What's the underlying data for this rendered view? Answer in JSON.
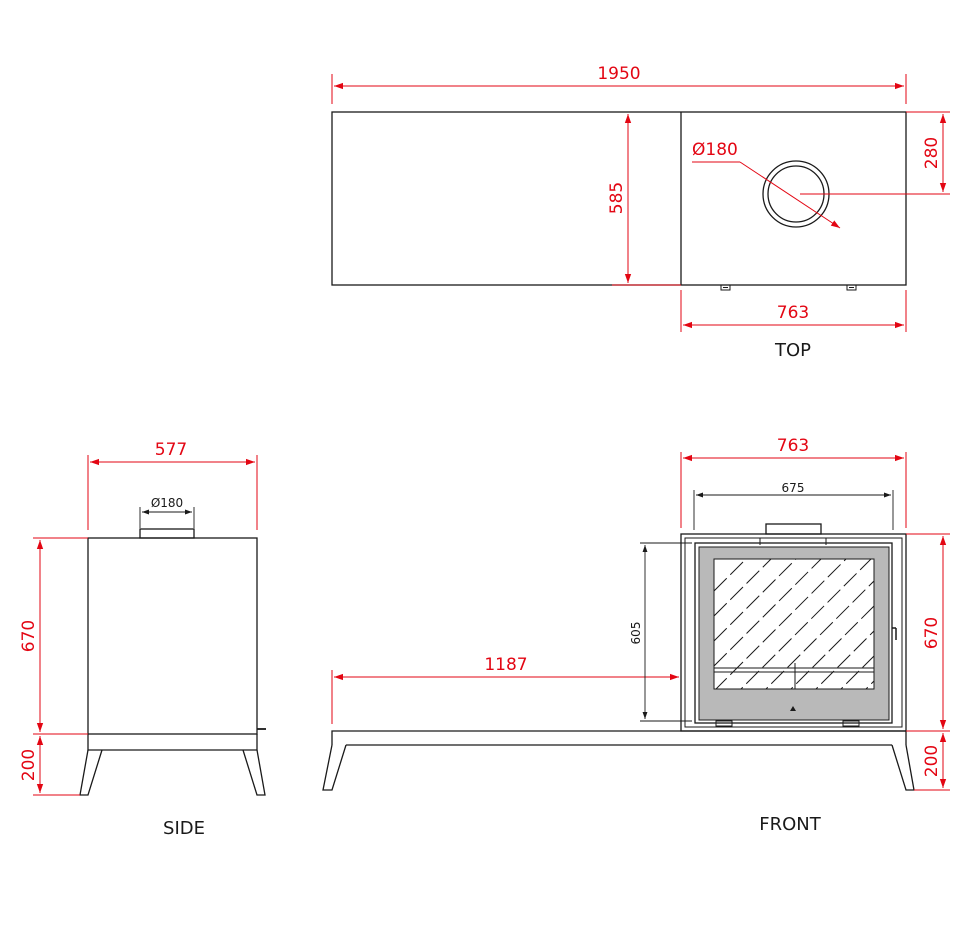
{
  "colors": {
    "line": "#1a1a1a",
    "dimension": "#e30613",
    "glass": "#b9b9b9"
  },
  "top_view": {
    "label": "TOP",
    "dim_total_width": "1950",
    "dim_depth": "585",
    "dim_flue_diameter": "Ø180",
    "dim_flue_offset": "280",
    "dim_stove_width": "763"
  },
  "side_view": {
    "label": "SIDE",
    "dim_width": "577",
    "dim_flue_diameter": "Ø180",
    "dim_body_height": "670",
    "dim_leg_height": "200"
  },
  "front_view": {
    "label": "FRONT",
    "dim_stove_width": "763",
    "dim_inner_width": "675",
    "dim_door_height": "605",
    "dim_bench_length": "1187",
    "dim_body_height": "670",
    "dim_leg_height": "200"
  }
}
